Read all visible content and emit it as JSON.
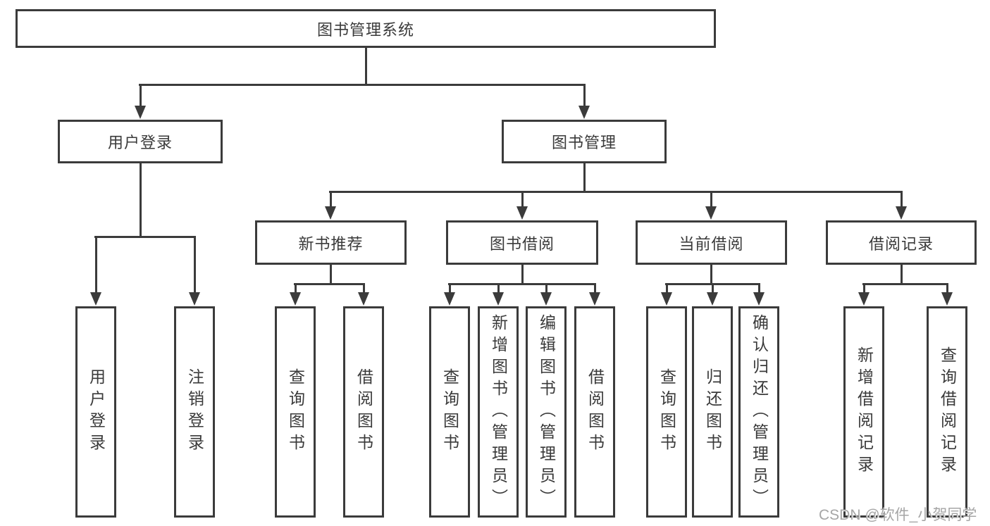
{
  "diagram": {
    "root": {
      "label": "图书管理系统"
    },
    "level2": [
      {
        "label": "用户登录"
      },
      {
        "label": "图书管理"
      }
    ],
    "level3": [
      {
        "label": "新书推荐"
      },
      {
        "label": "图书借阅"
      },
      {
        "label": "当前借阅"
      },
      {
        "label": "借阅记录"
      }
    ],
    "leaves": {
      "user_login": [
        "用户登录",
        "注销登录"
      ],
      "new_books": [
        "查询图书",
        "借阅图书"
      ],
      "book_borrow": [
        "查询图书",
        "新增图书（管理员）",
        "编辑图书（管理员）",
        "借阅图书"
      ],
      "current_borrow": [
        "查询图书",
        "归还图书",
        "确认归还（管理员）"
      ],
      "borrow_records": [
        "新增借阅记录",
        "查询借阅记录"
      ]
    }
  },
  "watermark": {
    "text": "CSDN @软件_小贺同学"
  },
  "colors": {
    "line": "#3b3b3b",
    "text": "#3a3a3a",
    "watermark": "#a6a6a6",
    "background": "#ffffff"
  }
}
